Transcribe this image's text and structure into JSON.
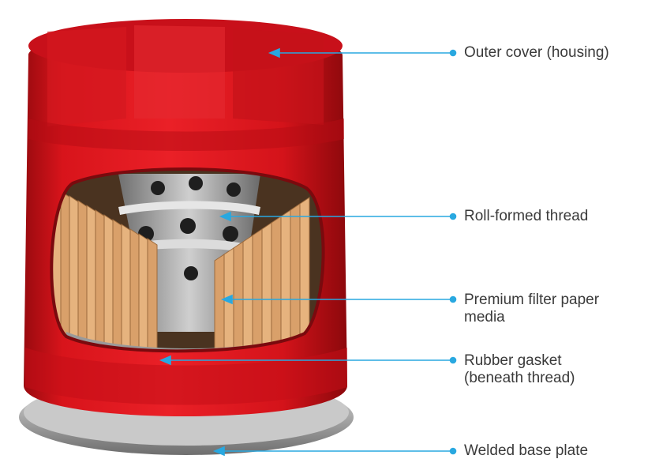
{
  "colors": {
    "housing": "#e0141c",
    "housing_dark": "#a80a10",
    "housing_light": "#f0383c",
    "media": "#d9a06a",
    "media_dark": "#9c6a3c",
    "metal": "#b9b9b9",
    "metal_dark": "#7e7e7e",
    "leader": "#29a8e0",
    "text": "#3a3a3a"
  },
  "callouts": [
    {
      "id": "outer-cover",
      "text": "Outer cover (housing)"
    },
    {
      "id": "roll-formed-thread",
      "text": "Roll-formed thread"
    },
    {
      "id": "filter-paper-media",
      "text": "Premium filter paper\nmedia"
    },
    {
      "id": "rubber-gasket",
      "text": "Rubber gasket\n(beneath thread)"
    },
    {
      "id": "welded-base-plate",
      "text": "Welded base plate"
    }
  ]
}
